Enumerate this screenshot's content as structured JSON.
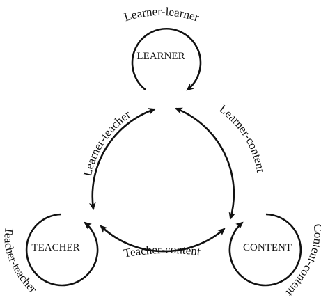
{
  "nodes": {
    "learner": "LEARNER",
    "teacher": "TEACHER",
    "content": "CONTENT"
  },
  "interactions": {
    "learner_learner": "Learner-learner",
    "teacher_teacher": "Teacher-teacher",
    "content_content": "Content-content",
    "learner_teacher": "Learner-teacher",
    "learner_content": "Learner-content",
    "teacher_content": "Teacher-content"
  },
  "colors": {
    "ink": "#111111",
    "background": "#ffffff"
  }
}
